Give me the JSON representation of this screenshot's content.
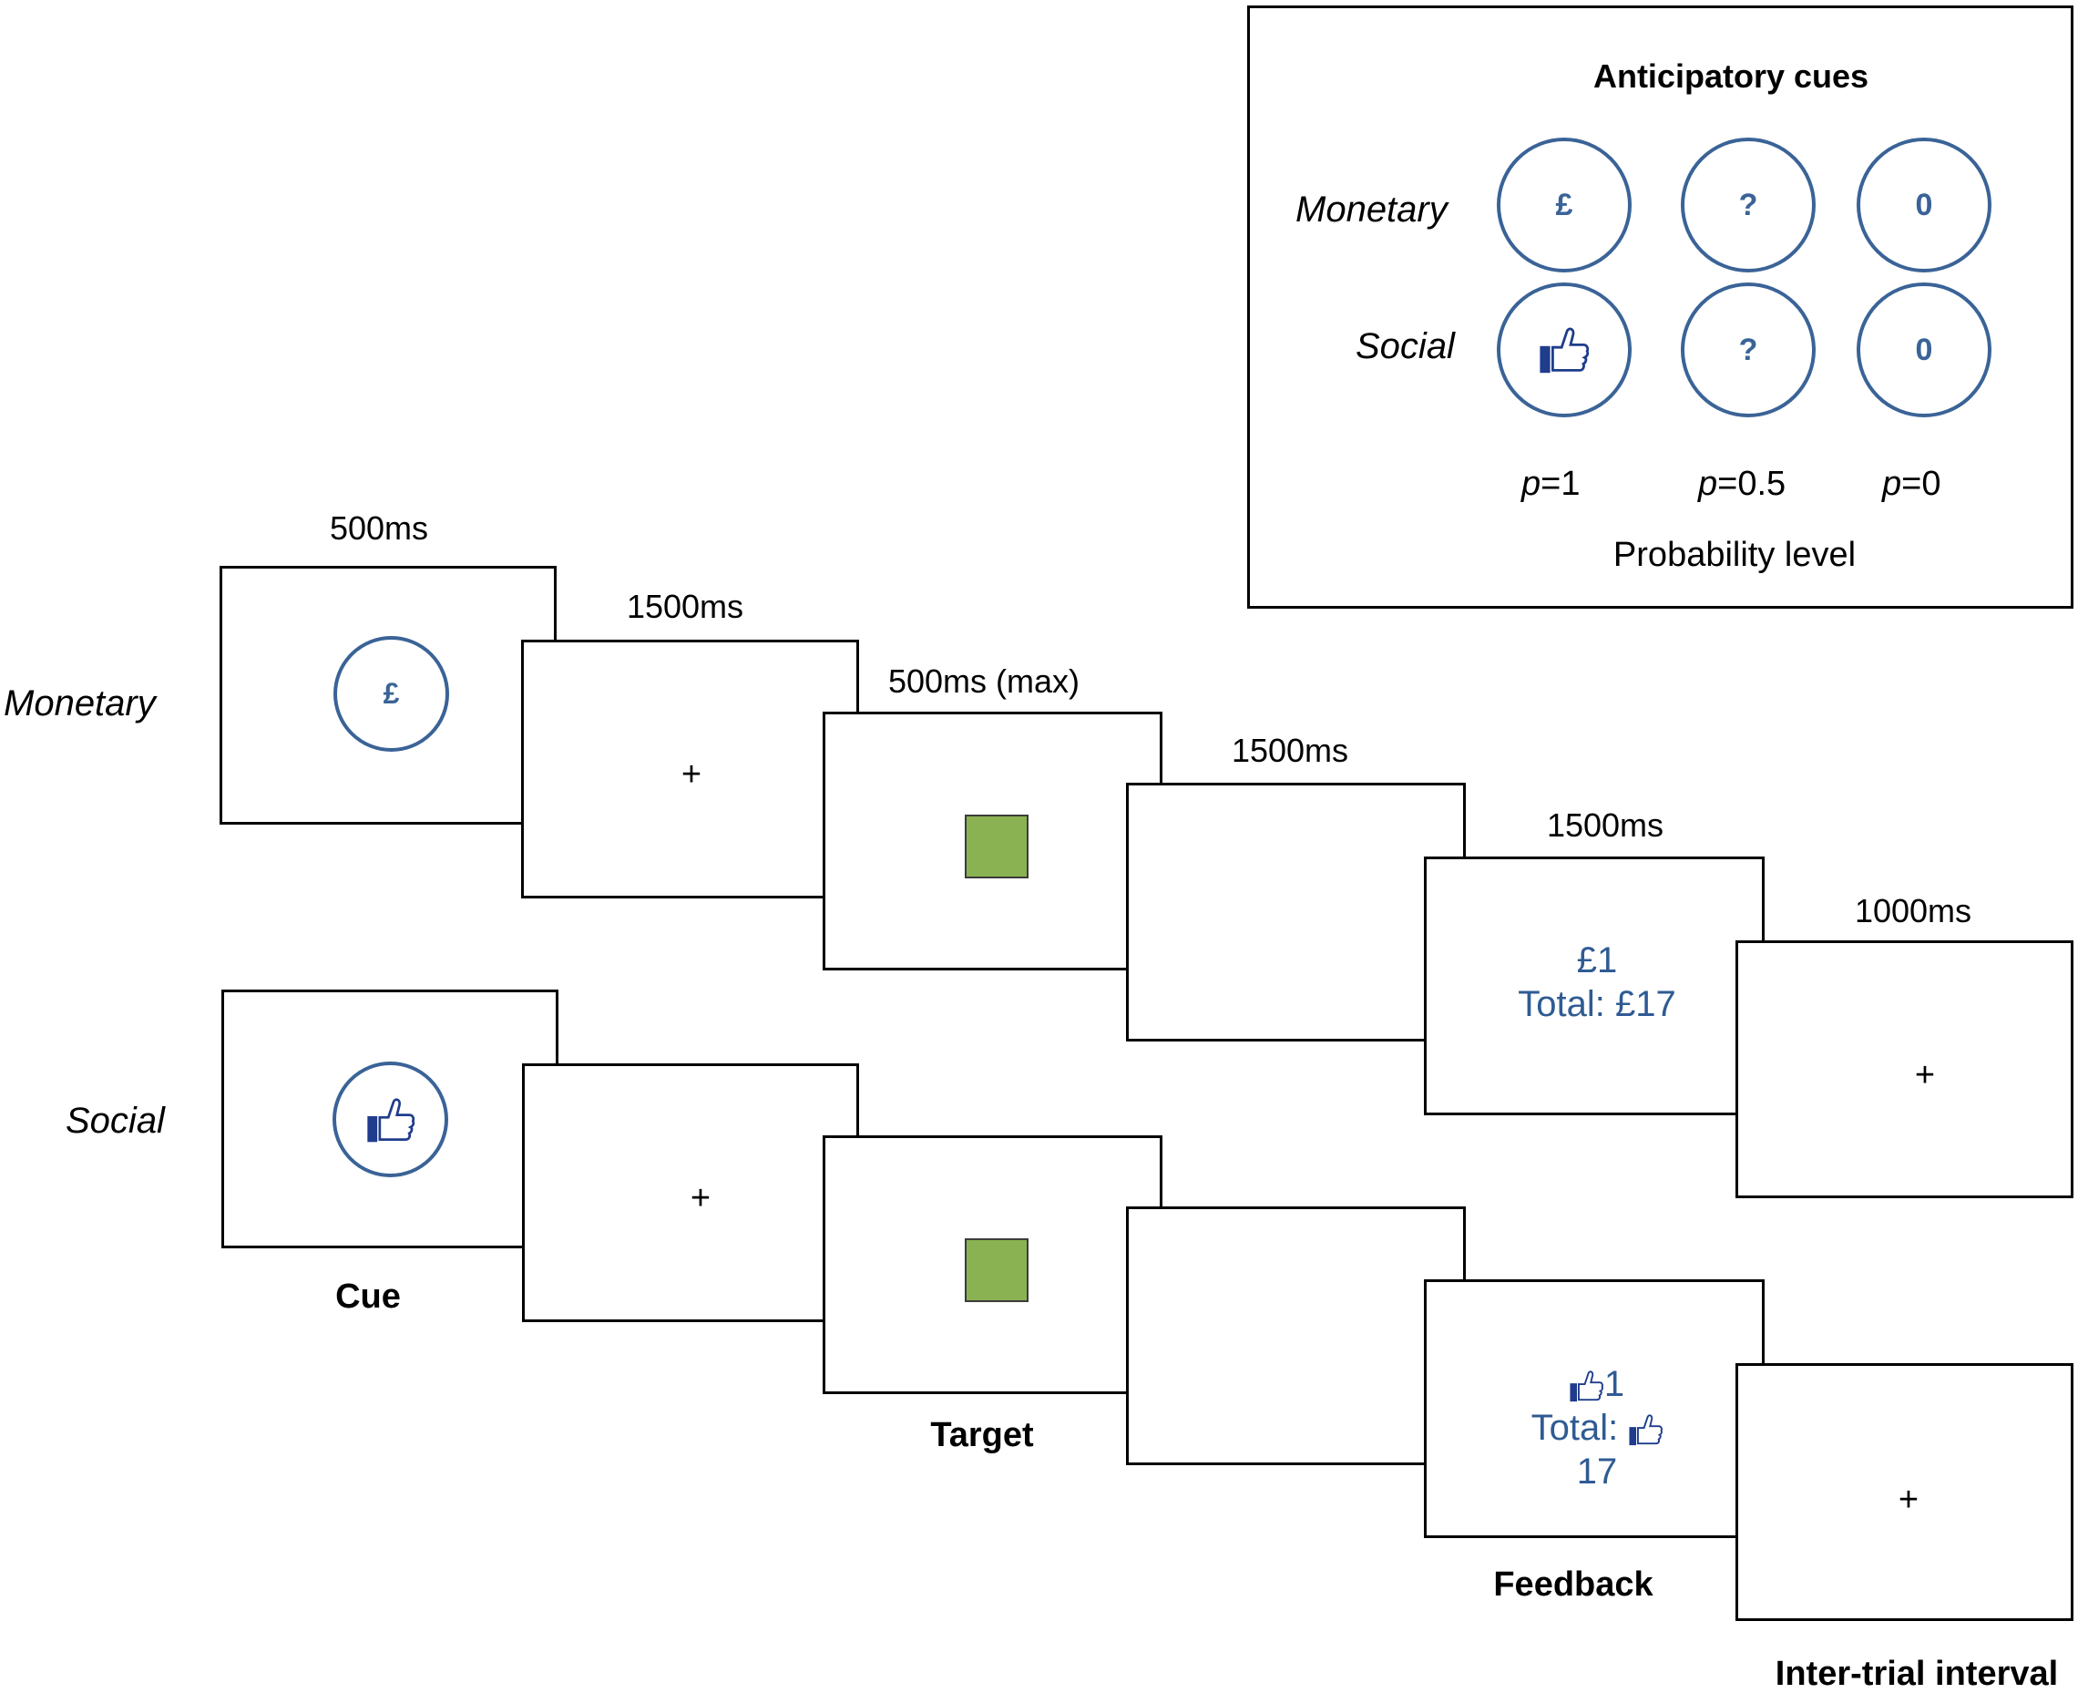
{
  "legend": {
    "title": "Anticipatory cues",
    "rows": [
      {
        "label": "Monetary",
        "cues": [
          "£",
          "?",
          "0"
        ]
      },
      {
        "label": "Social",
        "cues": [
          "thumbs-up-icon",
          "?",
          "0"
        ]
      }
    ],
    "probabilities": [
      {
        "p": "p",
        "val": "=1"
      },
      {
        "p": "p",
        "val": "=0.5"
      },
      {
        "p": "p",
        "val": "=0"
      }
    ],
    "axis_label": "Probability level"
  },
  "rows": {
    "monetary": "Monetary",
    "social": "Social"
  },
  "durations": {
    "cue": "500ms",
    "fixation": "1500ms",
    "target": "500ms (max)",
    "delay": "1500ms",
    "feedback": "1500ms",
    "iti": "1000ms"
  },
  "screens": {
    "cue_monetary_symbol": "£",
    "fixation": "+",
    "feedback_monetary_line1": "£1",
    "feedback_monetary_line2": "Total: £17",
    "feedback_social_line1_value": "1",
    "feedback_social_line2_prefix": "Total: ",
    "feedback_social_line2_value": "17"
  },
  "phases": {
    "cue": "Cue",
    "target": "Target",
    "feedback": "Feedback",
    "iti": "Inter-trial interval"
  },
  "colors": {
    "cue_blue": "#3a6397",
    "feedback_blue": "#2f5b93",
    "target_green": "#8bb252",
    "thumb_navy": "#1f3d8c"
  }
}
